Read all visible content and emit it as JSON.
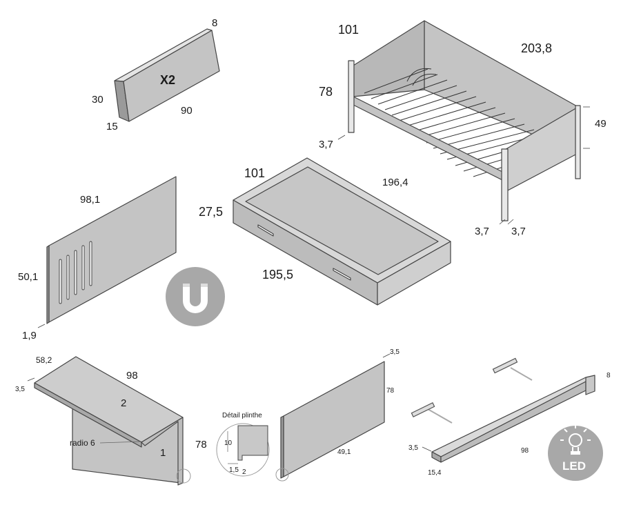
{
  "pillow": {
    "count_label": "X2",
    "dims": {
      "height": "30",
      "length": "90",
      "depth": "15",
      "top": "8"
    }
  },
  "bed": {
    "dims": {
      "width": "101",
      "length": "203,8",
      "height": "78",
      "side_height": "49",
      "post_front": "3,7",
      "post_left": "3,7",
      "post_right": "3,7"
    }
  },
  "drawer": {
    "dims": {
      "width": "101",
      "length": "196,4",
      "height": "27,5",
      "front_length": "195,5"
    }
  },
  "headboard": {
    "dims": {
      "length": "98,1",
      "height": "50,1",
      "thickness": "1,9"
    },
    "icon": "magnet-icon"
  },
  "desk": {
    "dims": {
      "depth": "58,2",
      "length": "98",
      "thickness": "3,5",
      "radius": "radio 6",
      "height": "78"
    },
    "part_labels": {
      "top": "2",
      "side": "1"
    }
  },
  "plinth_detail": {
    "title": "Détail plinthe",
    "dims": {
      "height": "10",
      "base": "1,5",
      "width": "2"
    }
  },
  "panel": {
    "dims": {
      "thickness": "3,5",
      "height": "78",
      "width": "49,1"
    }
  },
  "shelf": {
    "dims": {
      "height": "8",
      "thickness": "3,5",
      "length": "98",
      "depth": "15,4"
    },
    "icon": "led-icon",
    "icon_text": "LED"
  }
}
